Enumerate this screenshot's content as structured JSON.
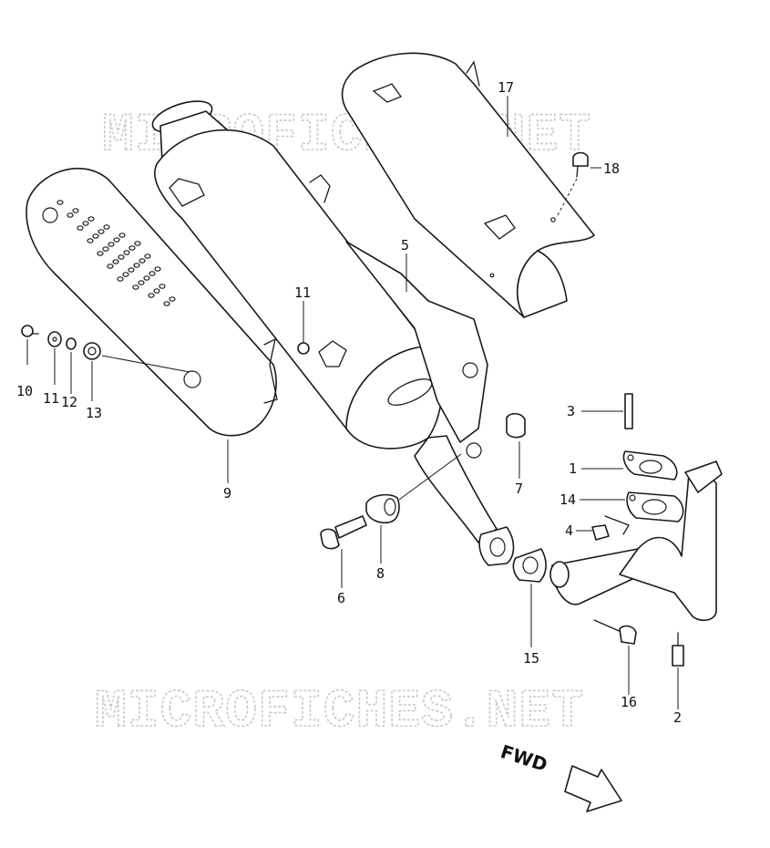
{
  "watermark": {
    "text": "MICROFICHES.NET"
  },
  "orientation": {
    "label": "FWD"
  },
  "callouts": [
    {
      "id": "c17",
      "label": "17"
    },
    {
      "id": "c18",
      "label": "18"
    },
    {
      "id": "c5",
      "label": "5"
    },
    {
      "id": "c11a",
      "label": "11"
    },
    {
      "id": "c10",
      "label": "10"
    },
    {
      "id": "c11b",
      "label": "11"
    },
    {
      "id": "c12",
      "label": "12"
    },
    {
      "id": "c13",
      "label": "13"
    },
    {
      "id": "c9",
      "label": "9"
    },
    {
      "id": "c3",
      "label": "3"
    },
    {
      "id": "c1",
      "label": "1"
    },
    {
      "id": "c7",
      "label": "7"
    },
    {
      "id": "c14",
      "label": "14"
    },
    {
      "id": "c4",
      "label": "4"
    },
    {
      "id": "c6",
      "label": "6"
    },
    {
      "id": "c8",
      "label": "8"
    },
    {
      "id": "c15",
      "label": "15"
    },
    {
      "id": "c16",
      "label": "16"
    },
    {
      "id": "c2",
      "label": "2"
    }
  ]
}
